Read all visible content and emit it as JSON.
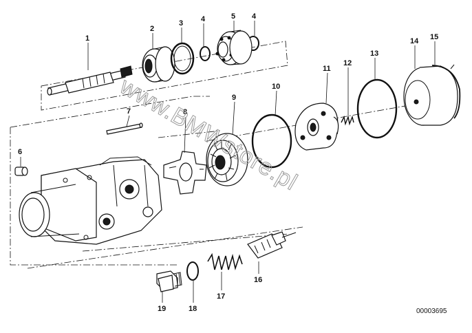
{
  "diagram": {
    "watermark": "www.BMWstore.pl",
    "document_number": "00003695",
    "callouts": [
      "1",
      "2",
      "3",
      "4",
      "5",
      "4",
      "6",
      "7",
      "8",
      "9",
      "10",
      "11",
      "12",
      "13",
      "14",
      "15",
      "16",
      "17",
      "18",
      "19"
    ]
  }
}
